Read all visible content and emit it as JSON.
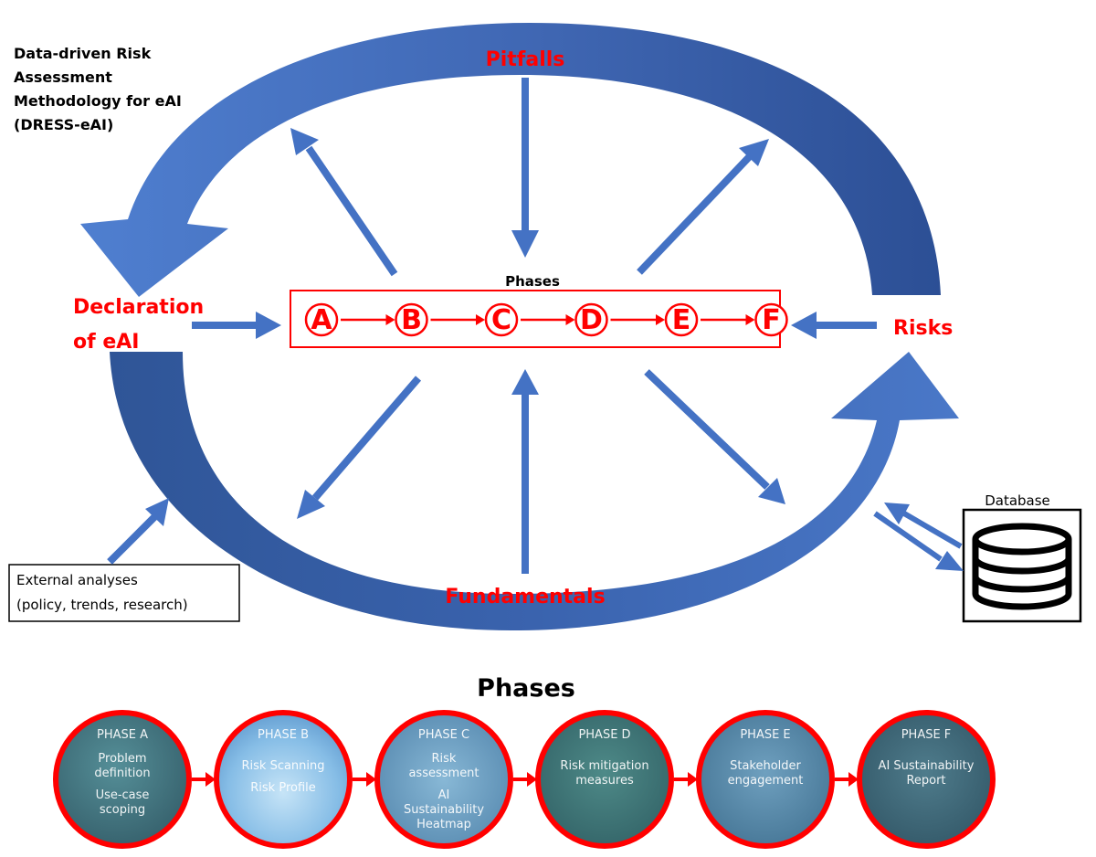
{
  "title_lines": [
    "Data-driven Risk",
    "Assessment",
    "Methodology for eAI",
    "(DRESS-eAI)"
  ],
  "labels": {
    "pitfalls": "Pitfalls",
    "declaration_line1": "Declaration",
    "declaration_line2": "of eAI",
    "risks": "Risks",
    "fundamentals": "Fundamentals",
    "phases_small": "Phases",
    "database": "Database",
    "external_line1": "External analyses",
    "external_line2": "(policy, trends, research)",
    "phases_title": "Phases"
  },
  "phase_letters": [
    "A",
    "B",
    "C",
    "D",
    "E",
    "F"
  ],
  "phase_cards": [
    {
      "head": "PHASE A",
      "lines": [
        "Problem",
        "definition",
        "",
        "Use-case",
        "scoping"
      ]
    },
    {
      "head": "PHASE B",
      "lines": [
        "",
        "Risk Scanning",
        "",
        "Risk Profile"
      ]
    },
    {
      "head": "PHASE C",
      "lines": [
        "Risk",
        "assessment",
        "",
        "AI",
        "Sustainability",
        "Heatmap"
      ]
    },
    {
      "head": "PHASE D",
      "lines": [
        "",
        "Risk mitigation",
        "measures"
      ]
    },
    {
      "head": "PHASE E",
      "lines": [
        "",
        "Stakeholder",
        "engagement"
      ]
    },
    {
      "head": "PHASE F",
      "lines": [
        "",
        "AI Sustainability",
        "Report"
      ]
    }
  ],
  "colors": {
    "red": "#ff0000",
    "arrow_blue": "#4472c4",
    "dark_blue": "#2f5597",
    "phase_border": "#ff0000",
    "card_teal": "#3f6f7a",
    "card_light_blue": "#7fb4de",
    "card_slate": "#4c7b92"
  }
}
